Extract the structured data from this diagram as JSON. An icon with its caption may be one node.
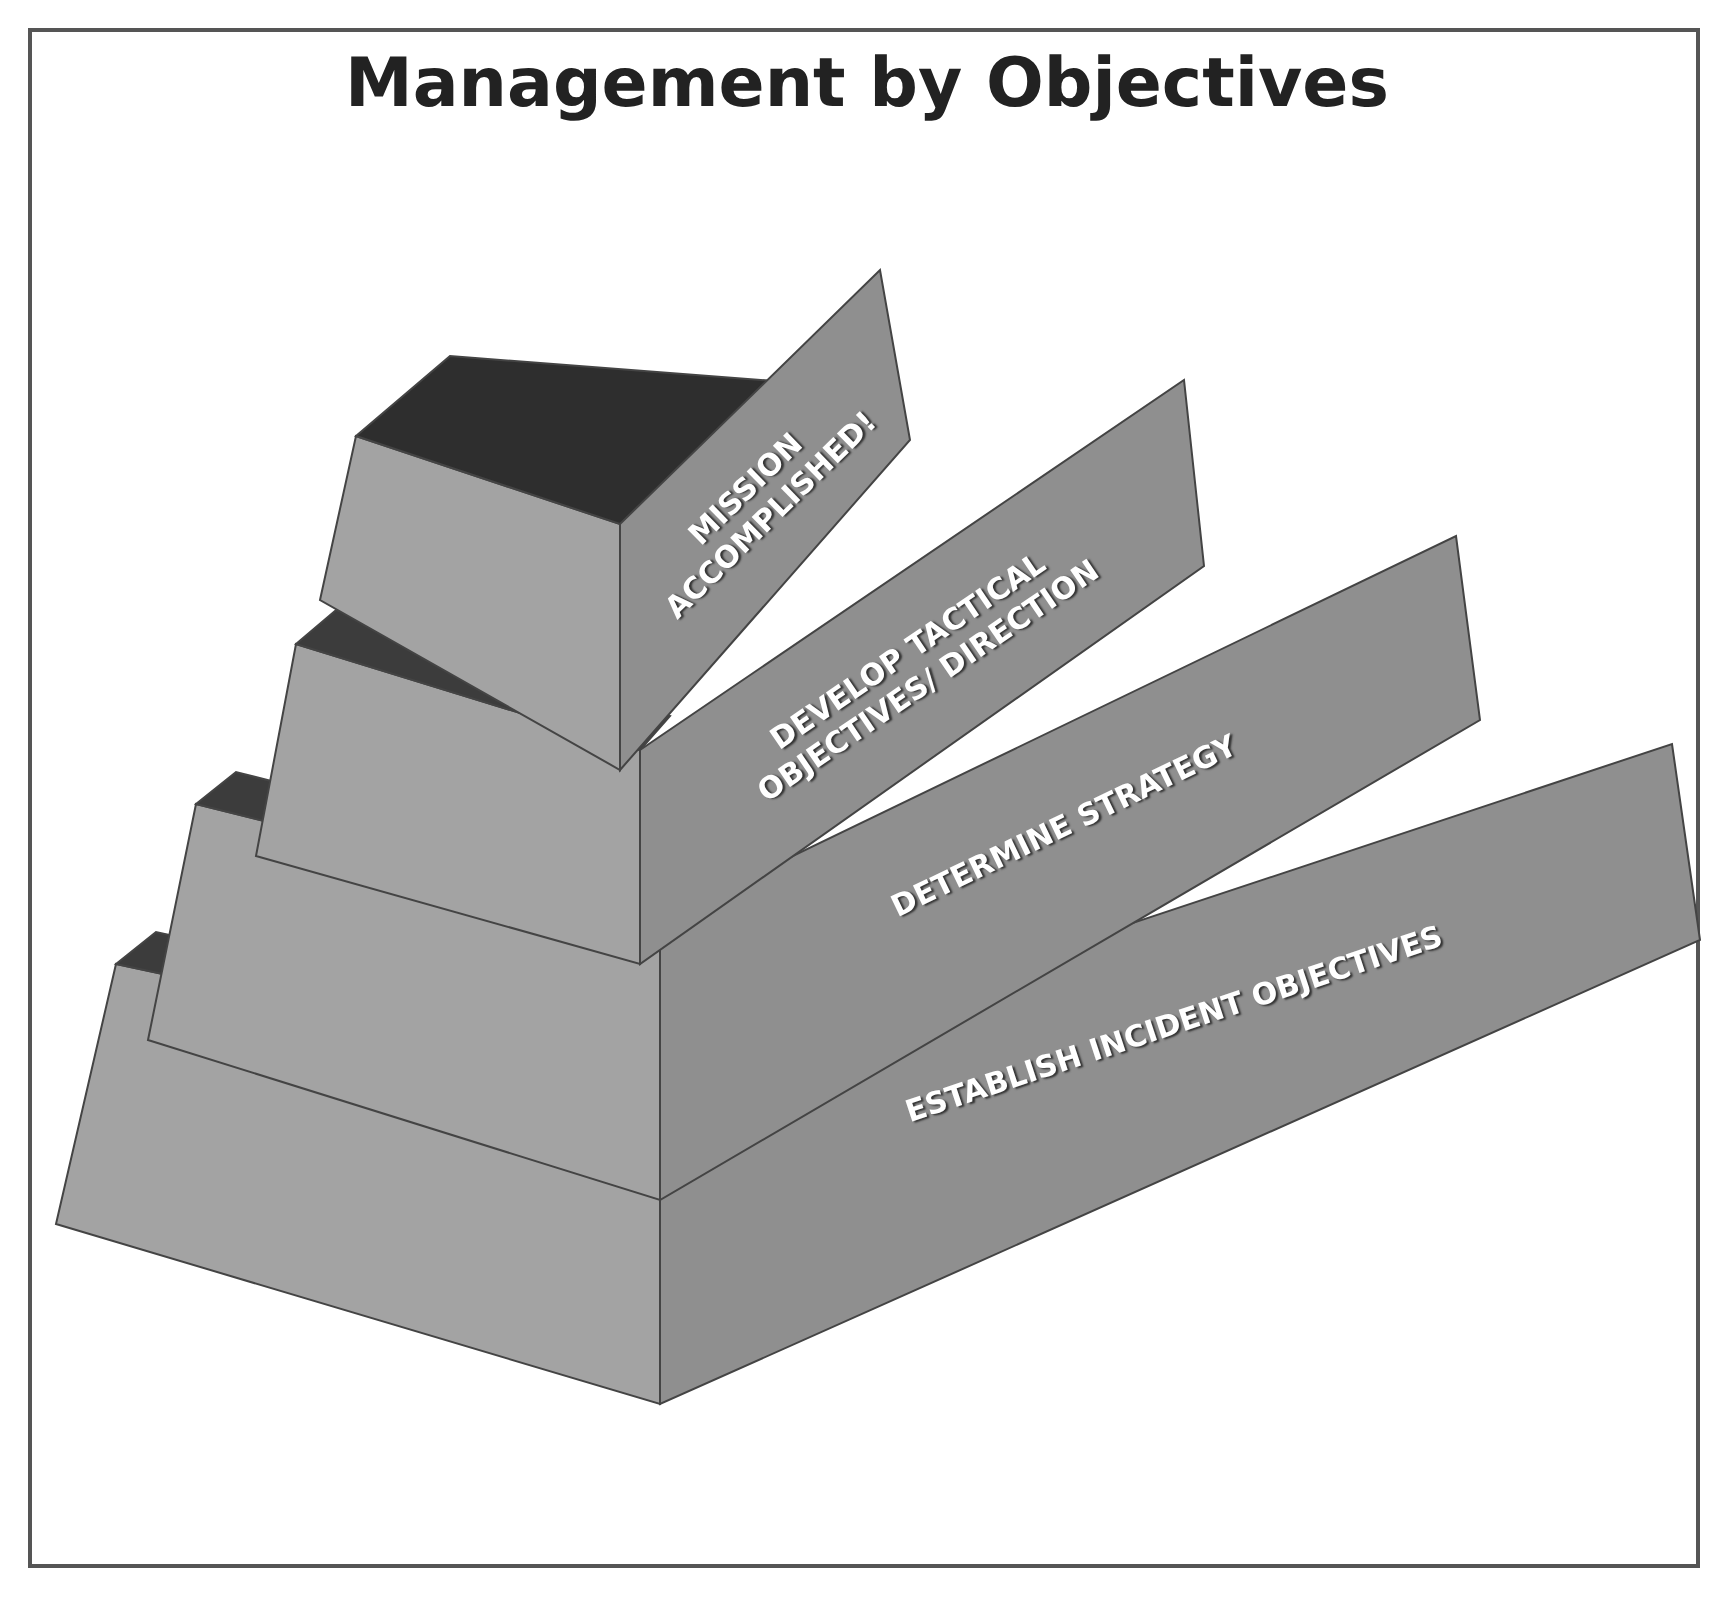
{
  "diagram": {
    "title": "Management by Objectives",
    "nodes": [
      {
        "text": [
          "MISSION ACCOMPLISHED!"
        ]
      },
      {
        "text": [
          "DEVELOP TACTICAL OBJECTIVES/ DIRECTION"
        ]
      },
      {
        "text": [
          "DETERMINE STRATEGY"
        ]
      },
      {
        "text": [
          "ESTABLISH INCIDENT OBJECTIVES"
        ]
      }
    ]
  }
}
